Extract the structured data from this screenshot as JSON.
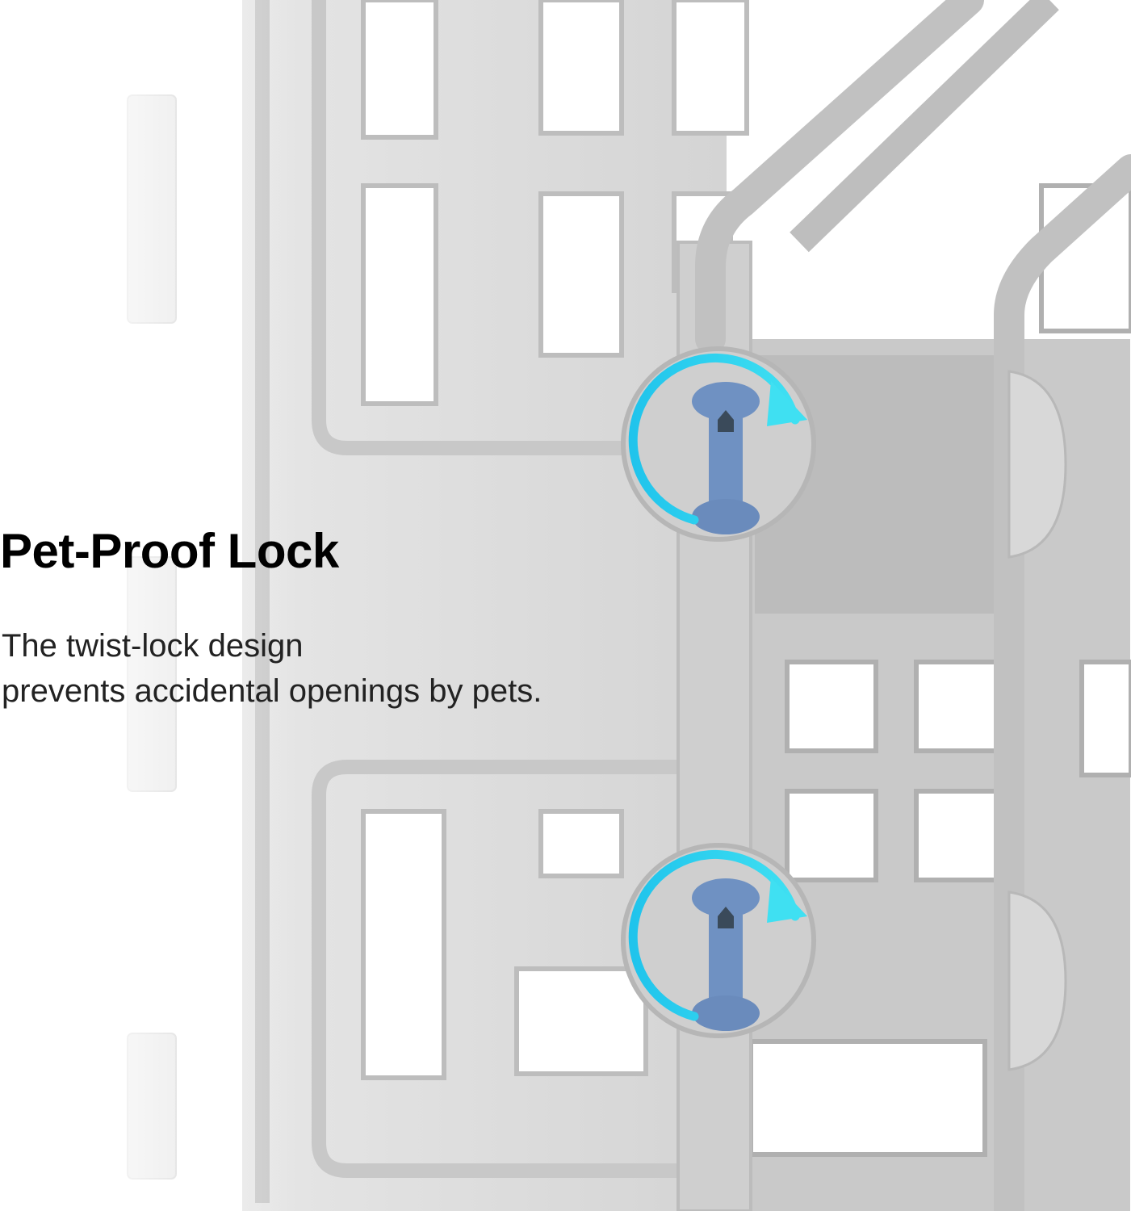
{
  "headline": "Pet-Proof Lock",
  "description": {
    "line1": "The twist-lock design",
    "line2": "prevents accidental openings by pets."
  },
  "colors": {
    "panel": "#d9d9d9",
    "frame": "#c4c4c4",
    "opening": "#ffffff",
    "latch": "#6f91c2",
    "arrow": "#1fd0ee"
  },
  "icons": [
    "twist-arrow-icon",
    "latch-icon"
  ]
}
